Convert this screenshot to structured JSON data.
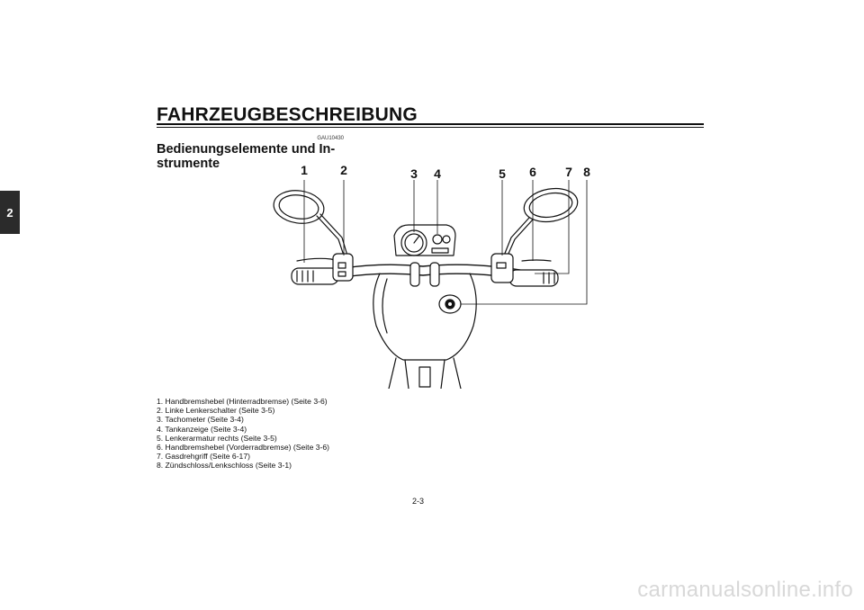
{
  "side_tab": "2",
  "header": {
    "chapter_title": "FAHRZEUGBESCHREIBUNG",
    "code": "GAU10430"
  },
  "section": {
    "title_line1": "Bedienungselemente und In-",
    "title_line2": "strumente"
  },
  "figure": {
    "callouts": [
      "1",
      "2",
      "3",
      "4",
      "5",
      "6",
      "7",
      "8"
    ]
  },
  "captions": [
    "1. Handbremshebel (Hinterradbremse) (Seite 3-6)",
    "2. Linke Lenkerschalter (Seite 3-5)",
    "3. Tachometer (Seite 3-4)",
    "4. Tankanzeige (Seite 3-4)",
    "5. Lenkerarmatur rechts (Seite 3-5)",
    "6. Handbremshebel (Vorderradbremse) (Seite 3-6)",
    "7. Gasdrehgriff (Seite 6-17)",
    "8. Zündschloss/Lenkschloss (Seite 3-1)"
  ],
  "footer": {
    "page_number": "2-3",
    "watermark": "carmanualsonline.info"
  }
}
